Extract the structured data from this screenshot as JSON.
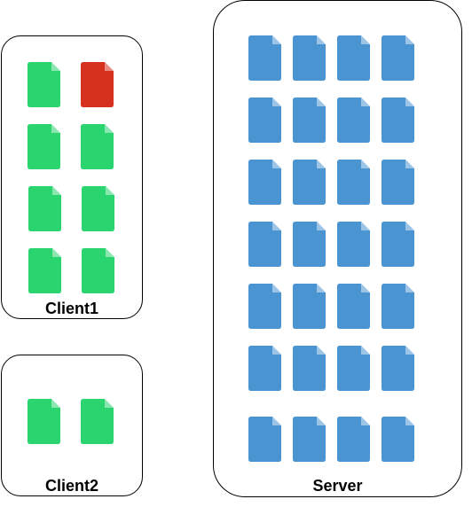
{
  "colors": {
    "client_file": "#2ad46f",
    "client_file_highlight": "#d6301f",
    "server_file": "#4a94d1"
  },
  "clients": [
    {
      "label": "Client1",
      "files": [
        {
          "icon": "file-icon",
          "state": "normal"
        },
        {
          "icon": "file-icon",
          "state": "highlight"
        },
        {
          "icon": "file-icon",
          "state": "normal"
        },
        {
          "icon": "file-icon",
          "state": "normal"
        },
        {
          "icon": "file-icon",
          "state": "normal"
        },
        {
          "icon": "file-icon",
          "state": "normal"
        },
        {
          "icon": "file-icon",
          "state": "normal"
        },
        {
          "icon": "file-icon",
          "state": "normal"
        }
      ]
    },
    {
      "label": "Client2",
      "files": [
        {
          "icon": "file-icon",
          "state": "normal"
        },
        {
          "icon": "file-icon",
          "state": "normal"
        }
      ]
    }
  ],
  "server": {
    "label": "Server",
    "file_rows": 7,
    "file_cols": 4
  }
}
